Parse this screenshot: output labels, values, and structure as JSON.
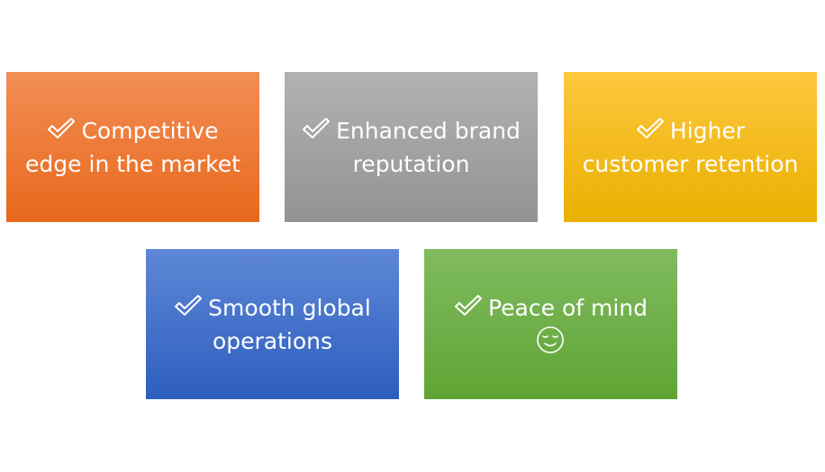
{
  "boxes": [
    {
      "line1": "Competitive",
      "line2": "edge in the market",
      "icon": "checkmark-icon"
    },
    {
      "line1": "Enhanced brand",
      "line2": "reputation",
      "icon": "checkmark-icon"
    },
    {
      "line1": "Higher",
      "line2": "customer retention",
      "icon": "checkmark-icon"
    },
    {
      "line1": "Smooth global",
      "line2": "operations",
      "icon": "checkmark-icon"
    },
    {
      "line1": "Peace of mind",
      "icon": "checkmark-icon",
      "extra_icon": "relieved-face-icon"
    }
  ]
}
